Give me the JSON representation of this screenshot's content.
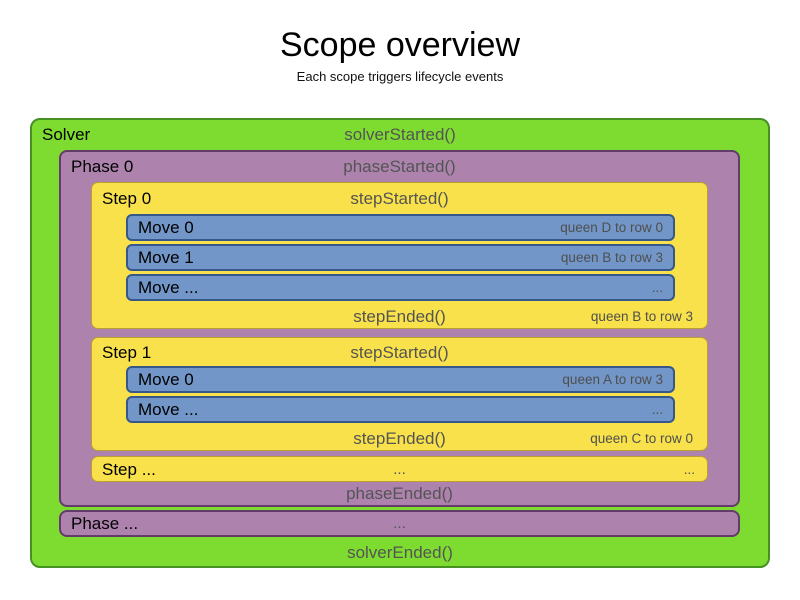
{
  "title": {
    "heading": "Scope overview",
    "subheading": "Each scope triggers lifecycle events"
  },
  "colors": {
    "solver_bg": "#7edc31",
    "solver_border": "#459222",
    "phase_bg": "#ad83ad",
    "phase_border": "#643c6b",
    "step_bg": "#f8e14a",
    "step_border": "#baa032",
    "move_bg": "#7296c8",
    "move_border": "#35578c",
    "event_text": "#545454",
    "note_text": "#4f4f4f"
  },
  "solver": {
    "label": "Solver",
    "started": "solverStarted()",
    "ended": "solverEnded()",
    "phase": {
      "label": "Phase 0",
      "started": "phaseStarted()",
      "ended": "phaseEnded()",
      "steps": [
        {
          "label": "Step 0",
          "started": "stepStarted()",
          "ended": "stepEnded()",
          "ended_note": "queen B to row 3",
          "moves": [
            {
              "label": "Move 0",
              "note": "queen D to row 0"
            },
            {
              "label": "Move 1",
              "note": "queen B to row 3"
            },
            {
              "label": "Move ...",
              "note": "..."
            }
          ]
        },
        {
          "label": "Step 1",
          "started": "stepStarted()",
          "ended": "stepEnded()",
          "ended_note": "queen C to row 0",
          "moves": [
            {
              "label": "Move 0",
              "note": "queen A to row 3"
            },
            {
              "label": "Move ...",
              "note": "..."
            }
          ]
        }
      ],
      "step_ellipsis": {
        "label": "Step ...",
        "center": "...",
        "right": "..."
      }
    },
    "phase_ellipsis": {
      "label": "Phase ...",
      "center": "..."
    }
  }
}
